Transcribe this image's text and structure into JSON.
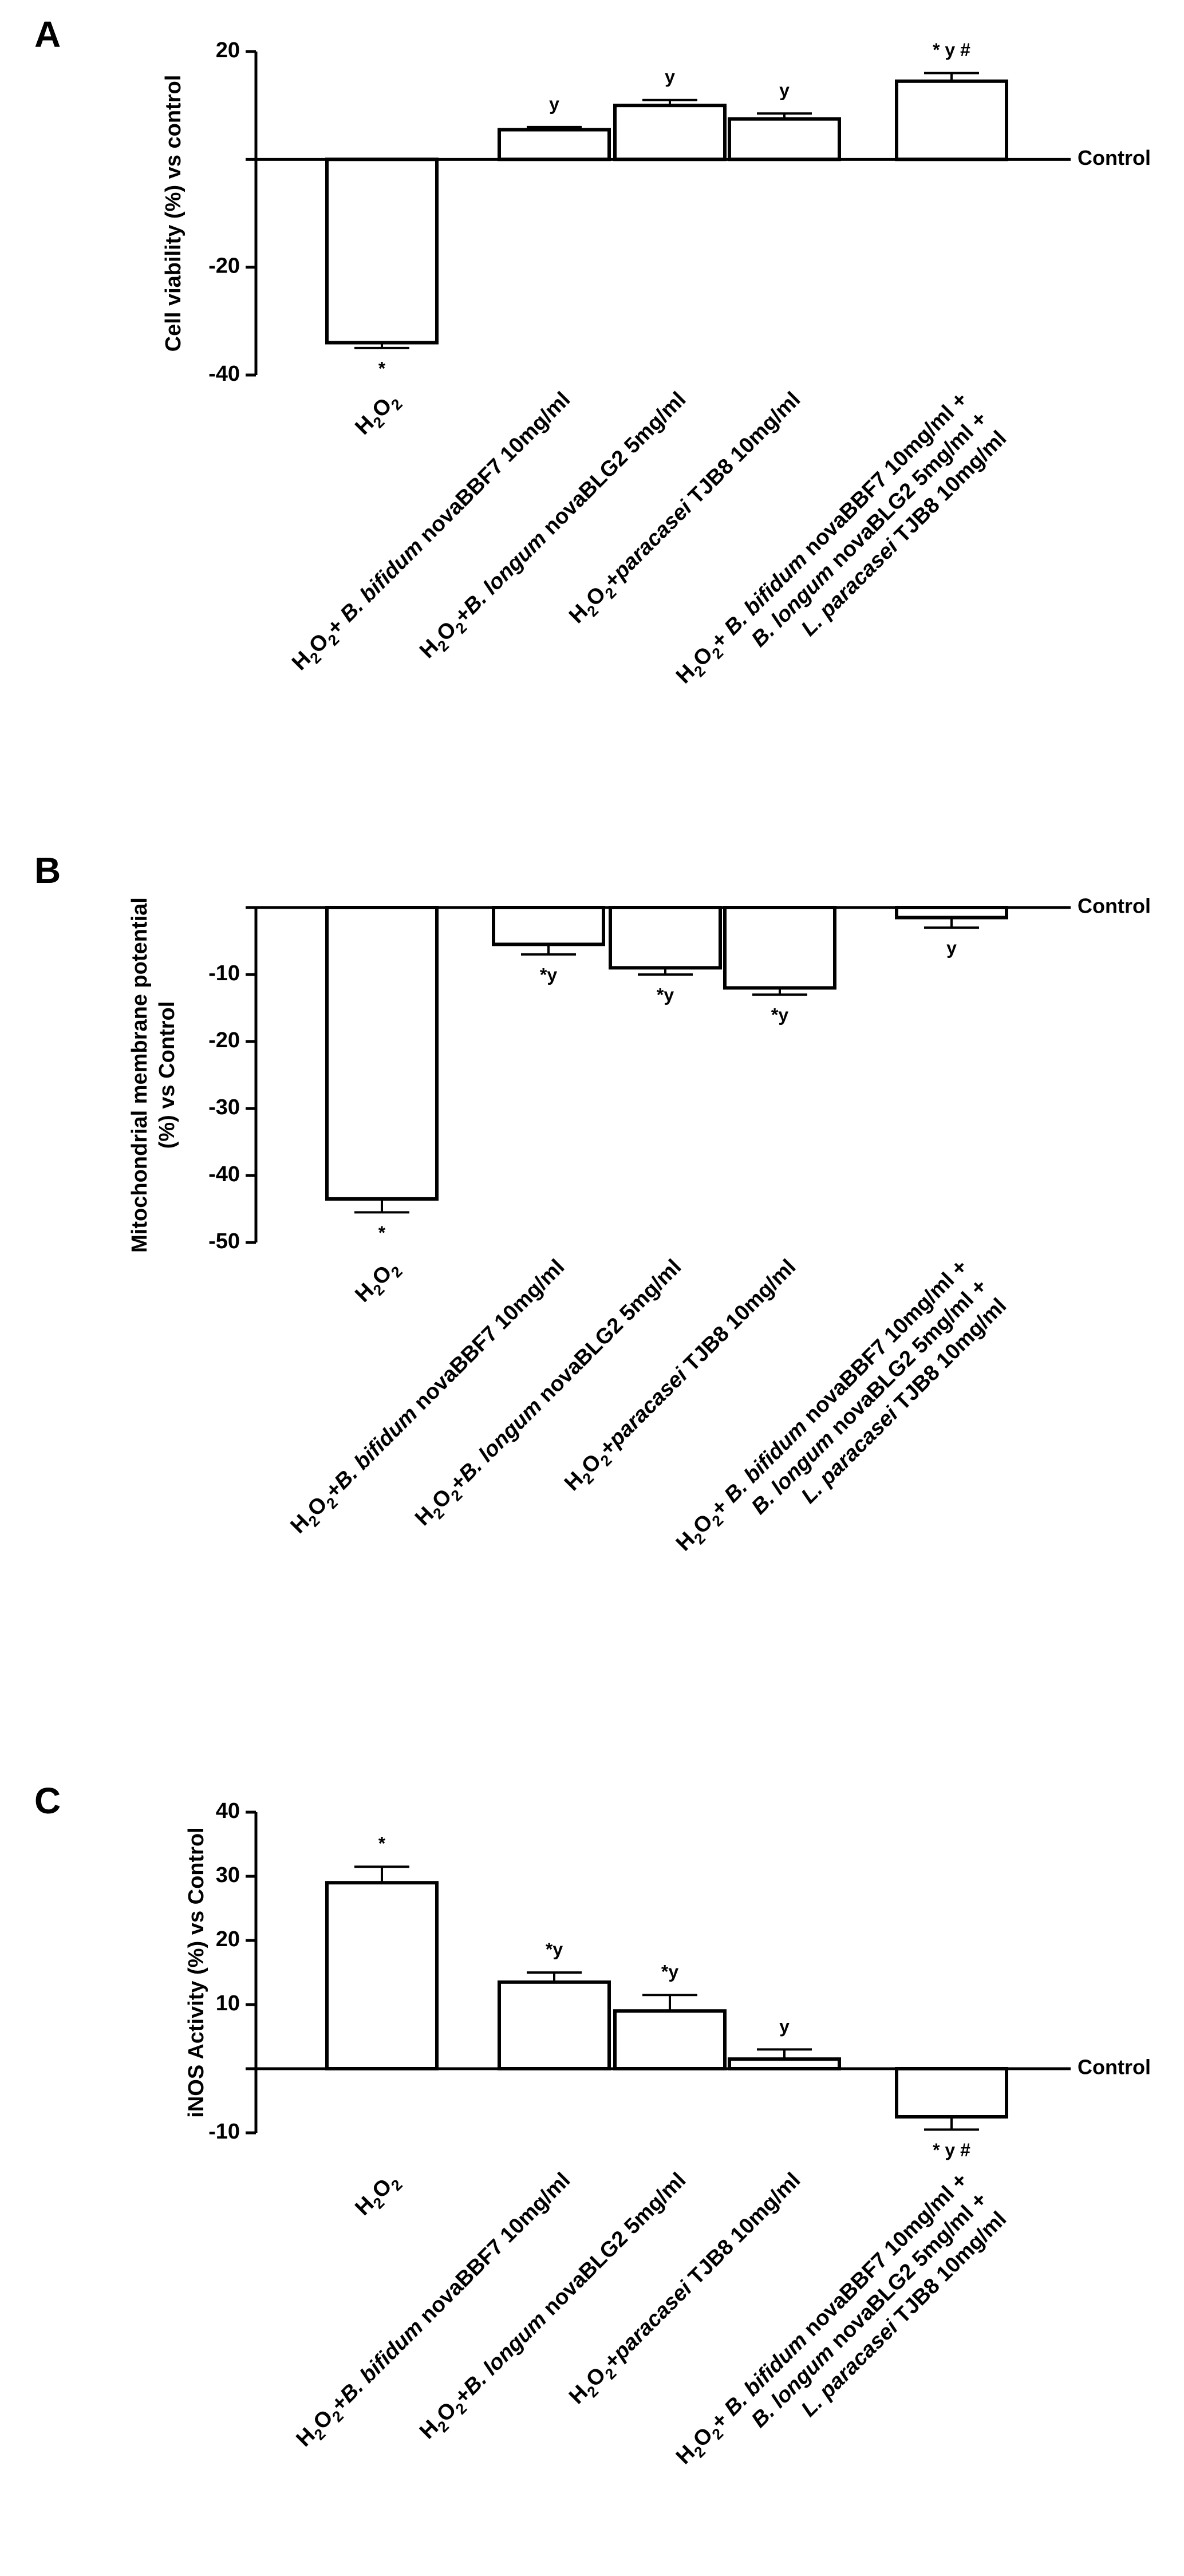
{
  "chart_data": [
    {
      "panel": "A",
      "type": "bar",
      "title": "",
      "ylabel": "Cell viability (%) vs control",
      "xlabel": "",
      "baseline_label": "Control",
      "ylim": [
        -40,
        20
      ],
      "yticks": [
        "20",
        "-20",
        "-40"
      ],
      "categories": [
        "H2O2",
        "H2O2+ B. bifidum novaBBF7 10mg/ml",
        "H2O2+B. longum novaBLG2 5mg/ml",
        "H2O2+paracasei TJB8 10mg/ml",
        "H2O2+ B. bifidum novaBBF7 10mg/ml + B. longum novaBLG2 5mg/ml + L. paracasei TJB8 10mg/ml"
      ],
      "values": [
        -34,
        5.5,
        10,
        7.5,
        14.5
      ],
      "errors": [
        1.0,
        0.5,
        1.0,
        1.0,
        1.5
      ],
      "annotations": [
        "*",
        "y",
        "y",
        "y",
        "* y #"
      ]
    },
    {
      "panel": "B",
      "type": "bar",
      "title": "",
      "ylabel": "Mitochondrial membrane potential (%) vs Control",
      "xlabel": "",
      "baseline_label": "Control",
      "ylim": [
        -50,
        0
      ],
      "yticks": [
        "-10",
        "-20",
        "-30",
        "-40",
        "-50"
      ],
      "categories": [
        "H2O2",
        "H2O2+B. bifidum novaBBF7 10mg/ml",
        "H2O2+B. longum novaBLG2 5mg/ml",
        "H2O2+paracasei TJB8 10mg/ml",
        "H2O2+ B. bifidum novaBBF7 10mg/ml + B. longum novaBLG2 5mg/ml + L. paracasei TJB8 10mg/ml"
      ],
      "values": [
        -43.5,
        -5.5,
        -9,
        -12,
        -1.5
      ],
      "errors": [
        2.0,
        1.5,
        1.0,
        1.0,
        1.5
      ],
      "annotations": [
        "*",
        "*y",
        "*y",
        "*y",
        "y"
      ]
    },
    {
      "panel": "C",
      "type": "bar",
      "title": "",
      "ylabel": "iNOS Activity (%) vs Control",
      "xlabel": "",
      "baseline_label": "Control",
      "ylim": [
        -10,
        40
      ],
      "yticks": [
        "40",
        "30",
        "20",
        "10",
        "-10"
      ],
      "categories": [
        "H2O2",
        "H2O2+B. bifidum novaBBF7 10mg/ml",
        "H2O2+B. longum novaBLG2 5mg/ml",
        "H2O2+paracasei TJB8 10mg/ml",
        "H2O2+ B. bifidum novaBBF7 10mg/ml + B. longum novaBLG2 5mg/ml + L. paracasei TJB8 10mg/ml"
      ],
      "values": [
        29,
        13.5,
        9,
        1.5,
        -7.5
      ],
      "errors": [
        2.5,
        1.5,
        2.5,
        1.5,
        2.0
      ],
      "annotations": [
        "*",
        "*y",
        "*y",
        "y",
        "* y #"
      ]
    }
  ]
}
